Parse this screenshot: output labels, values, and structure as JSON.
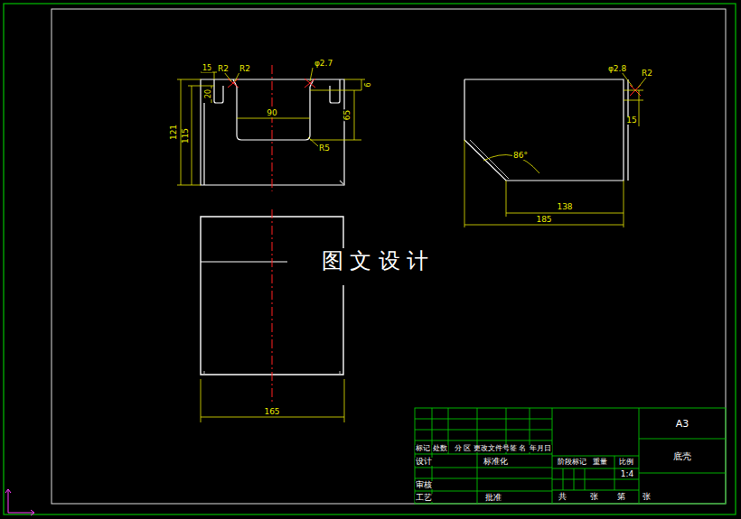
{
  "diagram": {
    "labels": [
      "R2",
      "15",
      "R2",
      "φ2.7",
      "20",
      "6",
      "121",
      "115",
      "90",
      "65",
      "R5",
      "165",
      "φ2.8",
      "R2",
      "15",
      "86°",
      "138",
      "185",
      "图 文 设 计",
      "A3",
      "底壳",
      "标记",
      "处数",
      "分 区",
      "更改文件号",
      "签 名",
      "年月日",
      "设计",
      "标准化",
      "阶段标记",
      "重量",
      "比例",
      "1:4",
      "审核",
      "工艺",
      "批准",
      "共",
      "张",
      "第",
      "张"
    ]
  }
}
